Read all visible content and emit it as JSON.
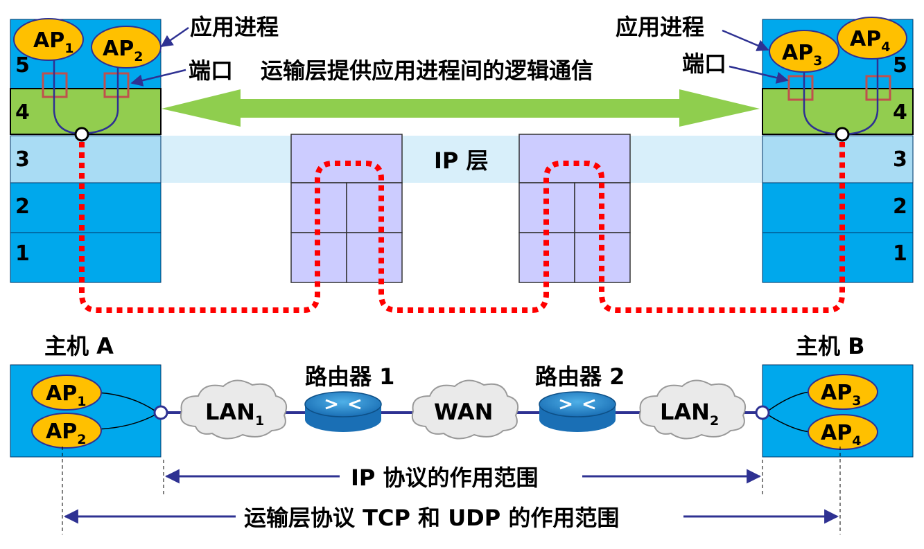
{
  "layers": [
    "5",
    "4",
    "3",
    "2",
    "1"
  ],
  "labels": {
    "app_process": "应用进程",
    "port": "端口",
    "transport_logical": "运输层提供应用进程间的逻辑通信",
    "ip_layer": "IP 层",
    "host_a": "主机 A",
    "host_b": "主机 B",
    "router1": "路由器 1",
    "router2": "路由器 2",
    "ip_scope": "IP 协议的作用范围",
    "transport_scope": "运输层协议 TCP 和 UDP 的作用范围"
  },
  "ap": {
    "prefix": "AP",
    "subs": [
      "1",
      "2",
      "3",
      "4"
    ]
  },
  "clouds": {
    "lan1": {
      "main": "LAN",
      "sub": "1"
    },
    "wan": {
      "main": "WAN",
      "sub": ""
    },
    "lan2": {
      "main": "LAN",
      "sub": "2"
    }
  },
  "colors": {
    "layer_blue": "#00a8ec",
    "layer4_green": "#92cd4f",
    "ip_band": "#d8effa",
    "layer3": "#a9dcf4",
    "ap_fill": "#ffc000",
    "router_box": "#ccccff",
    "dotted_path": "#ff0000",
    "arrow_green": "#8fce4e",
    "line_blue": "#2e3192",
    "port_box": "#c0504d"
  }
}
